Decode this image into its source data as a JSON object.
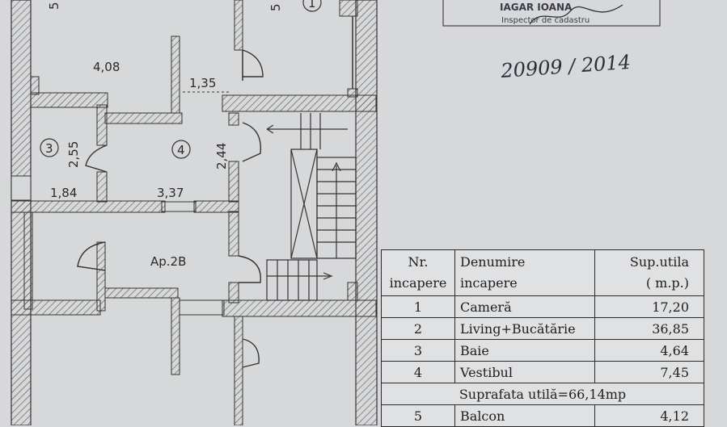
{
  "plan": {
    "apartment_label": "Ap.2B",
    "dimensions": [
      "4,08",
      "1,35",
      "2,55",
      "2,44",
      "1,84",
      "3,37",
      "5",
      "5"
    ],
    "room_markers": [
      "3",
      "4",
      "1"
    ]
  },
  "stamp": {
    "name_line": "IAGAR IOANA",
    "role_line": "Inspector de cadastru"
  },
  "handwritten_number": "20909 / 2014",
  "table": {
    "header": {
      "col1_line1": "Nr.",
      "col1_line2": "incapere",
      "col2_line1": "Denumire",
      "col2_line2": "incapere",
      "col3_line1": "Sup.utila",
      "col3_line2": "( m.p.)"
    },
    "rows": [
      {
        "nr": "1",
        "name": "Cameră",
        "area": "17,20"
      },
      {
        "nr": "2",
        "name": "Living+Bucătărie",
        "area": "36,85"
      },
      {
        "nr": "3",
        "name": "Baie",
        "area": "4,64"
      },
      {
        "nr": "4",
        "name": "Vestibul",
        "area": "7,45"
      }
    ],
    "total": "Suprafata utilă=66,14mp",
    "extra_rows": [
      {
        "nr": "5",
        "name": "Balcon",
        "area": "4,12"
      }
    ]
  }
}
